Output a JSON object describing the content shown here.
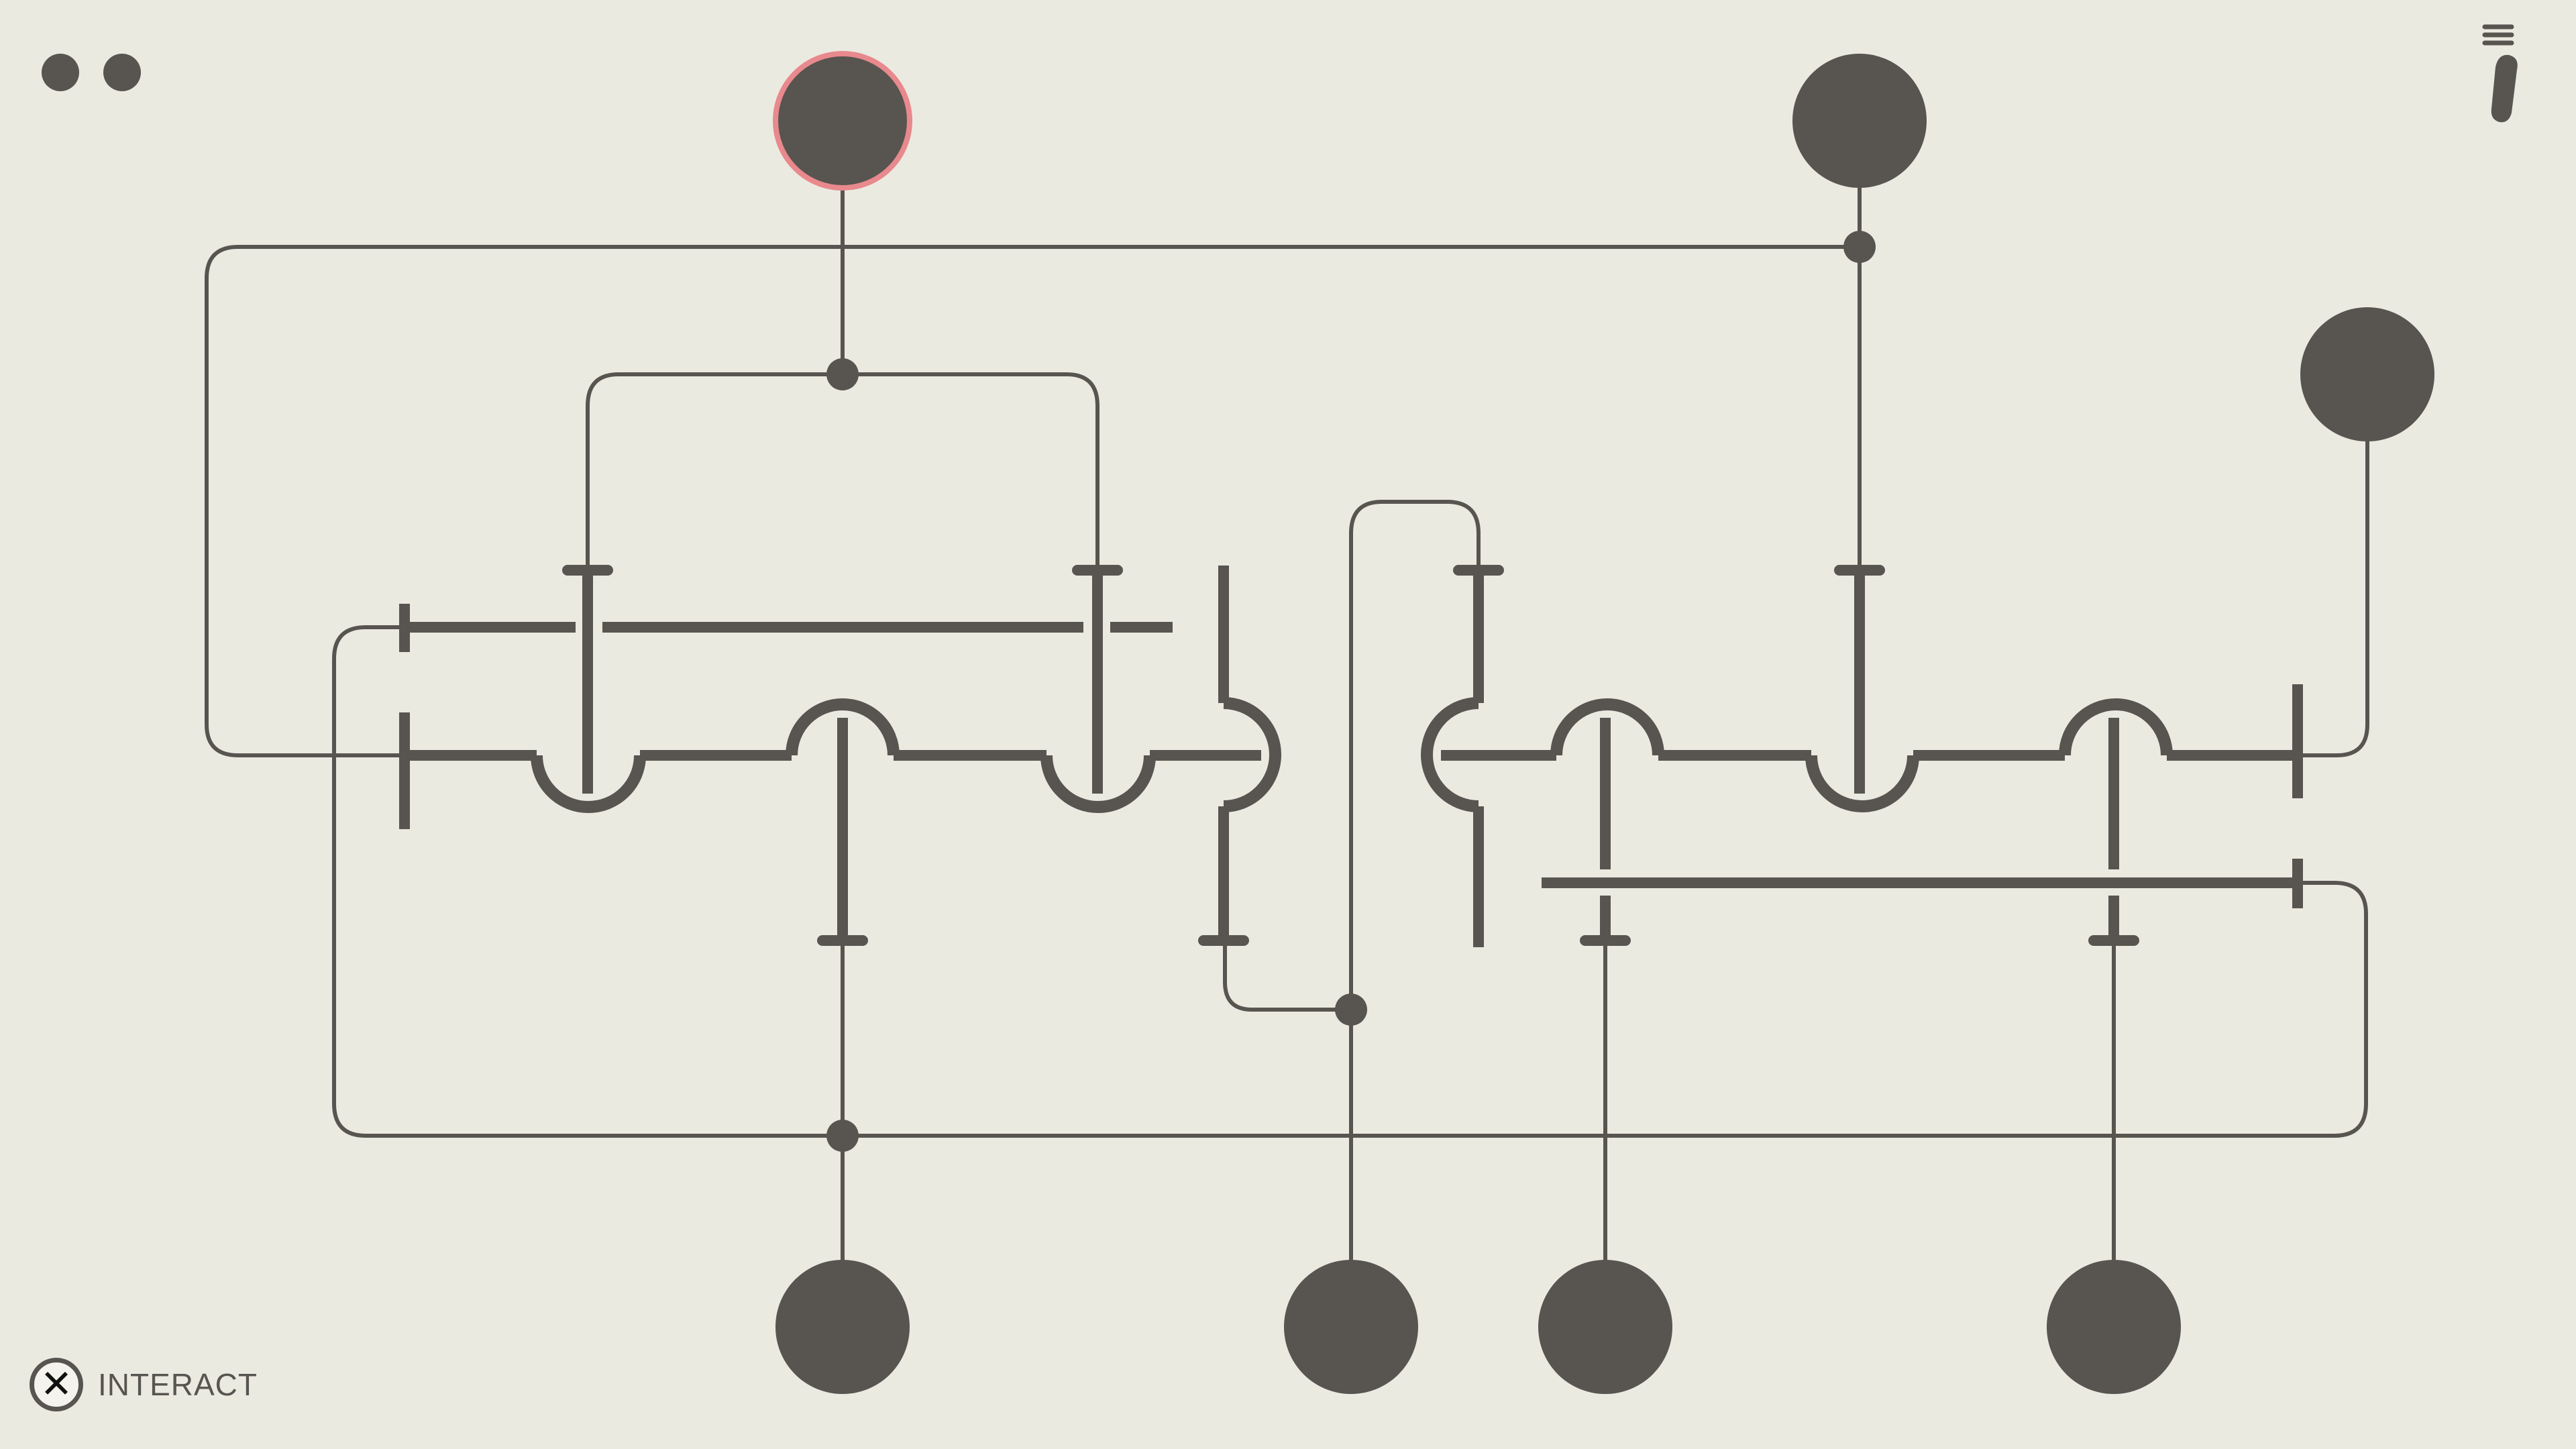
{
  "colors": {
    "background": "#EBEAE1",
    "ink": "#585450",
    "selected_ring": "#E8898D"
  },
  "hud": {
    "lives_remaining": 2,
    "menu_icon": "hamburger-icon",
    "tool_icon": "pill-tool-icon"
  },
  "prompt": {
    "button_glyph": "✕",
    "button_icon": "x-button-icon",
    "label": "INTERACT"
  },
  "nodes": {
    "inputs": [
      {
        "id": "input-1",
        "selected": true
      },
      {
        "id": "input-2",
        "selected": false
      },
      {
        "id": "input-3",
        "selected": false
      }
    ],
    "outputs": [
      {
        "id": "output-1"
      },
      {
        "id": "output-2"
      },
      {
        "id": "output-3"
      },
      {
        "id": "output-4"
      }
    ]
  }
}
